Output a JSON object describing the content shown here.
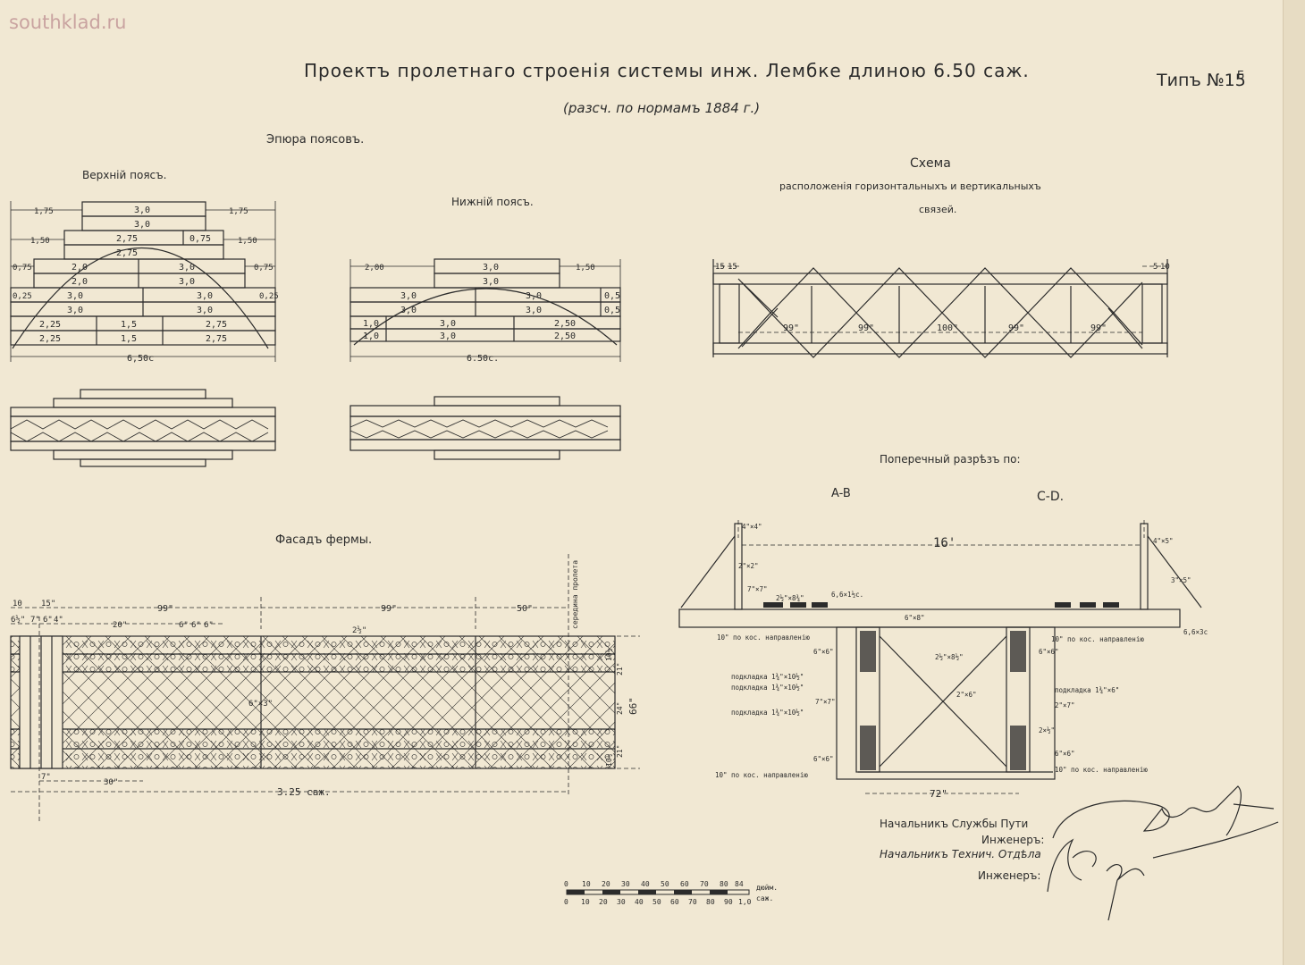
{
  "watermark": "southklad.ru",
  "title": "Проектъ пролетнаго строенія системы инж. Лембке длиною 6.50 саж.",
  "type_label": "Типъ №15",
  "type_suffix": "Б",
  "subtitle": "(разсч. по нормамъ 1884 г.)",
  "epure_heading": "Эпюра поясовъ.",
  "upper_chord": {
    "title": "Верхній поясъ.",
    "dims": [
      "1,75",
      "1,75",
      "1,50",
      "1,50",
      "0,75",
      "0,75",
      "0,25",
      "0,25"
    ],
    "rows": [
      [
        "3,0"
      ],
      [
        "3,0"
      ],
      [
        "2,75",
        "0,75"
      ],
      [
        "2,75"
      ],
      [
        "2,0",
        "3,0"
      ],
      [
        "2,0",
        "3,0"
      ],
      [
        "3,0",
        "3,0"
      ],
      [
        "3,0",
        "3,0"
      ],
      [
        "2,25",
        "1,5",
        "2,75"
      ],
      [
        "2,25",
        "1,5",
        "2,75"
      ]
    ],
    "total": "6,50с"
  },
  "lower_chord": {
    "title": "Нижній поясъ.",
    "dims": [
      "2,00",
      "1,50"
    ],
    "rows": [
      [
        "3,0"
      ],
      [
        "3,0"
      ],
      [
        "3,0",
        "3,0",
        "0,5"
      ],
      [
        "3,0",
        "3,0",
        "0,5"
      ],
      [
        "1,0",
        "3,0",
        "2,50"
      ],
      [
        "1,0",
        "3,0",
        "2,50"
      ]
    ],
    "total": "6.50с."
  },
  "scheme": {
    "title": "Схема",
    "subtitle": "расположенія горизонтальныхъ и вертикальныхъ",
    "subtitle2": "связей.",
    "edge_dims": [
      "15",
      "15",
      "5",
      "10"
    ],
    "panels": [
      "99\"",
      "99\"",
      "100\"",
      "99\"",
      "99\""
    ]
  },
  "cross_section": {
    "title": "Поперечный разрѣзъ по:",
    "left_label": "A-B",
    "right_label": "C-D.",
    "width_top": "16'",
    "width_bottom": "72\"",
    "notes_left": [
      "4\"×4\"",
      "2\"×2\"",
      "7\"×7\"",
      "2½\"×8¾\"",
      "6,6×1½с.",
      "6\"×8\"",
      "10\" по кос. направленію",
      "6\"×6\"",
      "подкладка 1¾\"×10½\"",
      "подкладка 1¾\"×10½\"",
      "7\"×7\"",
      "подкладка 1¾\"×10½\"",
      "6\"×6\"",
      "10\" по кос. направленію"
    ],
    "notes_right": [
      "4\"×5\"",
      "3\"×5\"",
      "6,6×3с",
      "10\" по кос. направленію",
      "6\"×6\"",
      "2½\"×8½\"",
      "2\"×6\"",
      "подкладка 1¾\"×6\"",
      "2\"×7\"",
      "2×½\"",
      "6\"×6\"",
      "10\" по кос. направленію"
    ]
  },
  "facade": {
    "title": "Фасадъ фермы.",
    "dims_top": [
      "10",
      "15\"",
      "99\"",
      "99\"",
      "50\""
    ],
    "dims_small": [
      "6½\"",
      "7\"",
      "6\"",
      "4\"",
      "20\"",
      "6\"",
      "6\"",
      "6\"",
      "2½\""
    ],
    "mid_label": "середина пролета",
    "bottom": [
      "7\"",
      "30\"",
      "3.25 саж."
    ],
    "right_dims": [
      "10½",
      "21\"",
      "24\"",
      "66\"",
      "21\"",
      "10½"
    ],
    "brace_label": "6\"×3\""
  },
  "scale": {
    "top_ticks": [
      "0",
      "10",
      "20",
      "30",
      "40",
      "50",
      "60",
      "70",
      "80",
      "84"
    ],
    "bottom_ticks": [
      "0",
      "10",
      "20",
      "30",
      "40",
      "50",
      "60",
      "70",
      "80",
      "90",
      "1,0"
    ],
    "unit_top": "дюйм.",
    "unit_bottom": "саж."
  },
  "signatures": {
    "line1": "Начальникъ Службы Пути",
    "line2": "Инженеръ:",
    "line3": "Начальникъ Технич. Отдѣла",
    "line4": "Инженеръ:"
  }
}
